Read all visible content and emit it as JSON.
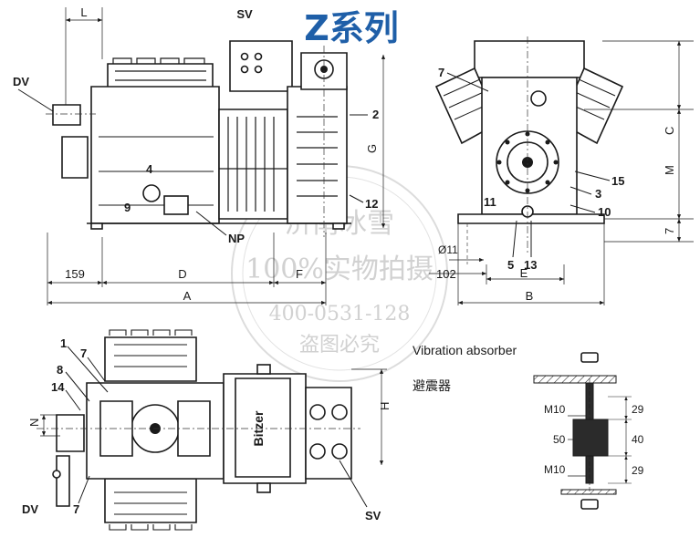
{
  "title": "Z系列",
  "colors": {
    "title": "#1f5fa8",
    "line": "#1a1a1a",
    "watermark": "#c9c9c9",
    "rubber": "#2b2b2b"
  },
  "side_view": {
    "labels": {
      "L": "L",
      "SV": "SV",
      "DV": "DV",
      "n2": "2",
      "n4": "4",
      "n9": "9",
      "n12": "12",
      "NP": "NP",
      "G": "G"
    },
    "dims": {
      "d159": "159",
      "D": "D",
      "F": "F",
      "A": "A"
    }
  },
  "end_view": {
    "labels": {
      "n7": "7",
      "n15": "15",
      "n11": "11",
      "n3": "3",
      "n10": "10",
      "n5": "5",
      "n13": "13",
      "C": "C",
      "M": "M",
      "n7b": "7"
    },
    "dims": {
      "hole": "Ø11",
      "d102": "102",
      "E": "E",
      "B": "B"
    }
  },
  "top_view": {
    "labels": {
      "n1": "1",
      "n7": "7",
      "n8": "8",
      "n14": "14",
      "N": "N",
      "DV": "DV",
      "n7b": "7",
      "H": "H",
      "SV": "SV",
      "brand": "Bitzer"
    }
  },
  "absorber": {
    "title_en": "Vibration absorber",
    "title_cn": "避震器",
    "bolt_top": "M10",
    "mid": "50",
    "bolt_bottom": "M10",
    "dim_top": "29",
    "dim_mid": "40",
    "dim_bottom": "29"
  },
  "watermark": {
    "line1": "济南冰雪",
    "line2": "100%实物拍摄",
    "line3": "400-0531-128",
    "line4": "盗图必究"
  }
}
